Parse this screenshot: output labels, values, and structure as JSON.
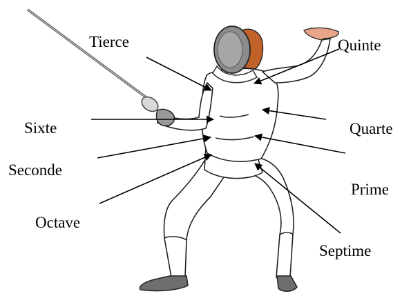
{
  "labels": {
    "tierce": "Tierce",
    "quinte": "Quinte",
    "sixte": "Sixte",
    "quarte": "Quarte",
    "seconde": "Seconde",
    "prime": "Prime",
    "octave": "Octave",
    "septime": "Septime"
  },
  "colors": {
    "text": "#000000",
    "arrow": "#000000",
    "outline": "#222222",
    "uniform": "#ffffff",
    "mask": "#8c8c8c",
    "hair": "#c0622a",
    "glove": "#e8a58a",
    "shoe": "#6e6e6e",
    "blade": "#9a9a9a"
  },
  "icons": [
    "fencer-figure",
    "epee-blade",
    "fencing-mask",
    "arrow-head"
  ]
}
